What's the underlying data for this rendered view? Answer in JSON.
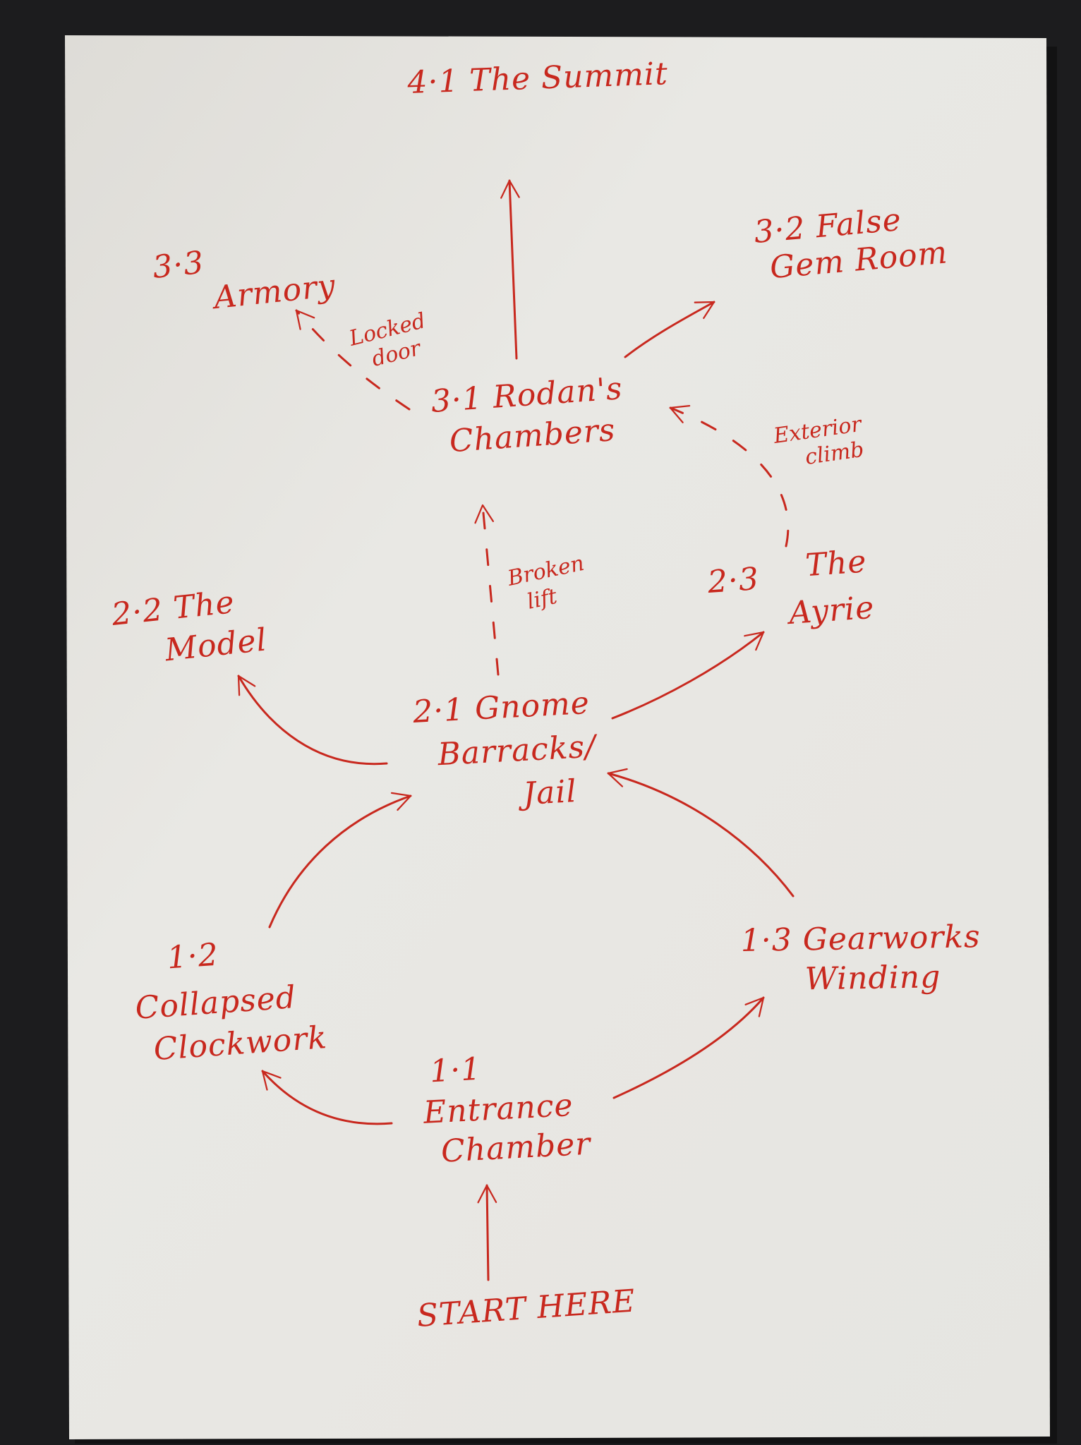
{
  "colors": {
    "ink": "#c8281e",
    "paper": "#e9e8e4",
    "background": "#1c1c1e"
  },
  "nodes": {
    "summit": {
      "lines": [
        "4·1 The Summit"
      ]
    },
    "rodan": {
      "lines": [
        "3·1 Rodan's",
        "Chambers"
      ]
    },
    "false_gem": {
      "lines": [
        "3·2 False",
        "Gem Room"
      ]
    },
    "armory": {
      "lines": [
        "3·3",
        "Armory"
      ]
    },
    "barracks": {
      "lines": [
        "2·1 Gnome",
        "Barracks/",
        "Jail"
      ]
    },
    "model": {
      "lines": [
        "2·2 The",
        "Model"
      ]
    },
    "aerie": {
      "lines": [
        "2·3",
        "The",
        "Ayrie"
      ]
    },
    "entrance": {
      "lines": [
        "1·1",
        "Entrance",
        "Chamber"
      ]
    },
    "collapsed": {
      "lines": [
        "1·2",
        "Collapsed",
        "Clockwork"
      ]
    },
    "gearworks": {
      "lines": [
        "1·3 Gearworks",
        "Winding"
      ]
    },
    "start": {
      "lines": [
        "START HERE"
      ]
    }
  },
  "edge_notes": {
    "locked_door": [
      "Locked",
      "door"
    ],
    "broken_lift": [
      "Broken",
      "lift"
    ],
    "exterior_climb": [
      "Exterior",
      "climb"
    ]
  },
  "edges": [
    {
      "from": "start",
      "to": "entrance",
      "style": "solid"
    },
    {
      "from": "entrance",
      "to": "collapsed",
      "style": "solid"
    },
    {
      "from": "entrance",
      "to": "gearworks",
      "style": "solid"
    },
    {
      "from": "collapsed",
      "to": "barracks",
      "style": "solid"
    },
    {
      "from": "gearworks",
      "to": "barracks",
      "style": "solid"
    },
    {
      "from": "barracks",
      "to": "model",
      "style": "solid"
    },
    {
      "from": "barracks",
      "to": "aerie",
      "style": "solid"
    },
    {
      "from": "barracks",
      "to": "rodan",
      "style": "dashed",
      "note": "broken_lift"
    },
    {
      "from": "aerie",
      "to": "rodan",
      "style": "dashed",
      "note": "exterior_climb"
    },
    {
      "from": "rodan",
      "to": "armory",
      "style": "dashed",
      "note": "locked_door"
    },
    {
      "from": "rodan",
      "to": "false_gem",
      "style": "solid"
    },
    {
      "from": "rodan",
      "to": "summit",
      "style": "solid"
    }
  ]
}
